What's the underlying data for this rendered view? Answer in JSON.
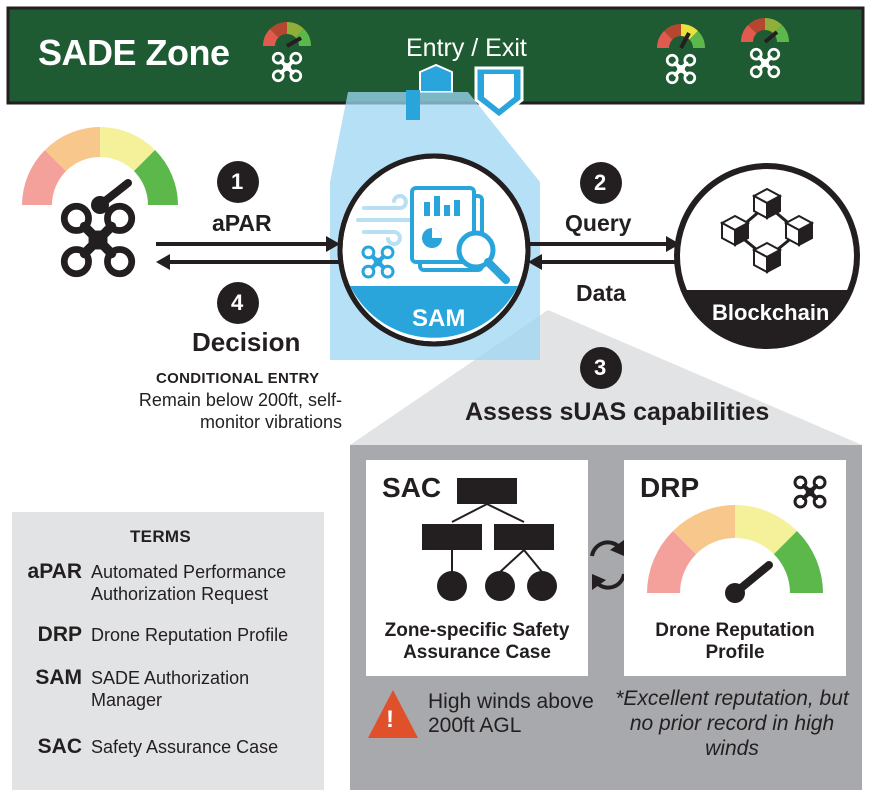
{
  "header": {
    "title": "SADE Zone",
    "entry_exit": "Entry / Exit"
  },
  "flow": {
    "step1": {
      "number": "1",
      "label": "aPAR"
    },
    "step2": {
      "number": "2",
      "label": "Query"
    },
    "data_label": "Data",
    "step3": {
      "number": "3",
      "label": "Assess sUAS capabilities"
    },
    "step4": {
      "number": "4",
      "label": "Decision"
    },
    "conditional_entry": "CONDITIONAL ENTRY",
    "conditions": "Remain below 200ft, self-monitor vibrations"
  },
  "sam": {
    "label": "SAM"
  },
  "blockchain": {
    "label": "Blockchain"
  },
  "sac_card": {
    "title": "SAC",
    "subtitle": "Zone-specific Safety Assurance Case"
  },
  "drp_card": {
    "title": "DRP",
    "subtitle": "Drone Reputation Profile"
  },
  "warning": {
    "text": "High winds above 200ft AGL",
    "mark": "!"
  },
  "note": "*Excellent reputation, but no prior record in high winds",
  "terms": {
    "heading": "TERMS",
    "items": [
      {
        "abbr": "aPAR",
        "definition": "Automated Performance Authorization Request"
      },
      {
        "abbr": "DRP",
        "definition": "Drone Reputation Profile"
      },
      {
        "abbr": "SAM",
        "definition": "SADE Authorization Manager"
      },
      {
        "abbr": "SAC",
        "definition": "Safety Assurance Case"
      }
    ]
  },
  "colors": {
    "zone_green": "#1f5b32",
    "sam_blue": "#2aa5dc",
    "gauge_red": "#f4a19b",
    "gauge_orange": "#f7c78c",
    "gauge_yellow": "#f5f09a",
    "gauge_green": "#5cb84a",
    "warning_orange": "#e0502a"
  },
  "icons": [
    "drone-icon",
    "gauge-icon",
    "blockchain-icon",
    "chart-report-icon",
    "magnifier-icon",
    "wind-icon",
    "sync-icon",
    "warning-icon",
    "shield-icon",
    "house-icon"
  ]
}
